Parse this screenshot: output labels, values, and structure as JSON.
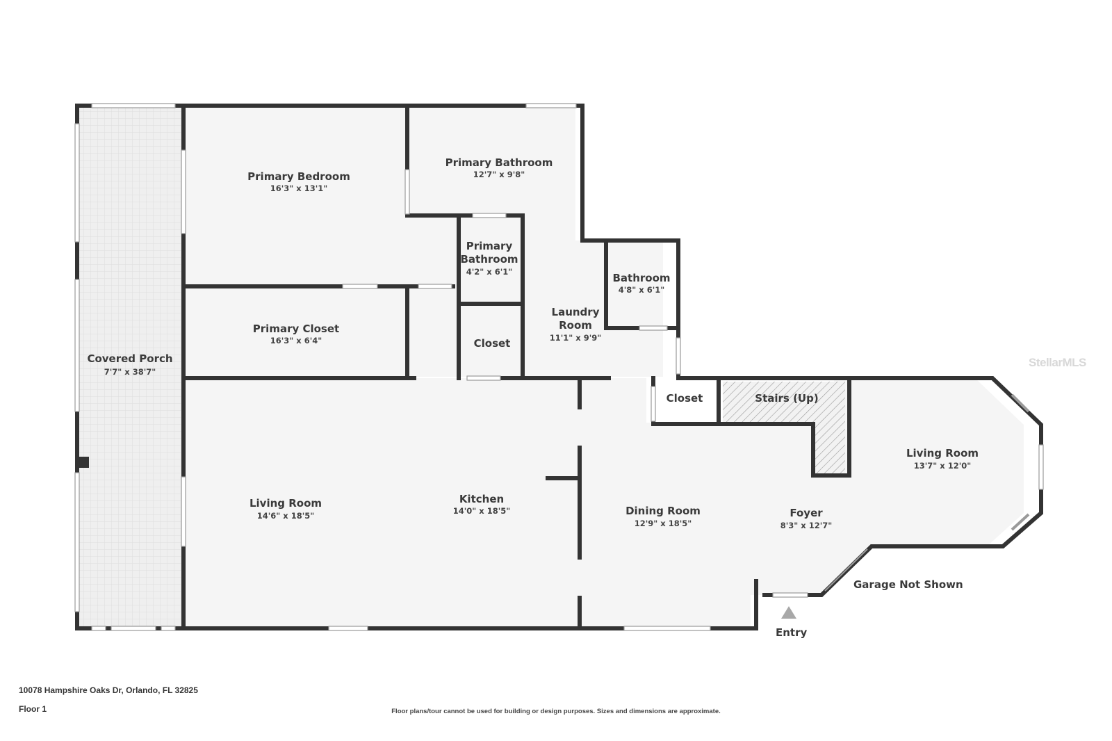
{
  "rooms": {
    "covered_porch": {
      "name": "Covered Porch",
      "dim": "7'7\" x 38'7\""
    },
    "primary_bedroom": {
      "name": "Primary Bedroom",
      "dim": "16'3\" x 13'1\""
    },
    "primary_bathroom_large": {
      "name": "Primary Bathroom",
      "dim": "12'7\" x 9'8\""
    },
    "primary_bathroom_small": {
      "name_line1": "Primary",
      "name_line2": "Bathroom",
      "dim": "4'2\" x 6'1\""
    },
    "primary_closet": {
      "name": "Primary Closet",
      "dim": "16'3\" x 6'4\""
    },
    "closet_1": {
      "name": "Closet"
    },
    "laundry_room": {
      "name_line1": "Laundry",
      "name_line2": "Room",
      "dim": "11'1\" x 9'9\""
    },
    "bathroom": {
      "name": "Bathroom",
      "dim": "4'8\" x 6'1\""
    },
    "closet_2": {
      "name": "Closet"
    },
    "stairs": {
      "name": "Stairs (Up)"
    },
    "living_room_east": {
      "name": "Living Room",
      "dim": "13'7\" x 12'0\""
    },
    "living_room_west": {
      "name": "Living Room",
      "dim": "14'6\" x 18'5\""
    },
    "kitchen": {
      "name": "Kitchen",
      "dim": "14'0\" x 18'5\""
    },
    "dining_room": {
      "name": "Dining Room",
      "dim": "12'9\" x 18'5\""
    },
    "foyer": {
      "name": "Foyer",
      "dim": "8'3\" x 12'7\""
    }
  },
  "notes": {
    "garage": "Garage Not Shown",
    "entry": "Entry"
  },
  "footer": {
    "address": "10078 Hampshire Oaks Dr, Orlando, FL 32825",
    "floor": "Floor 1",
    "disclaimer": "Floor plans/tour cannot be used for building or design purposes. Sizes and dimensions are approximate."
  },
  "watermark": "StellarMLS",
  "colors": {
    "wall": "#333333",
    "floor": "#f5f5f5",
    "porch": "#ececec",
    "stairs_hatch": "#999999"
  }
}
